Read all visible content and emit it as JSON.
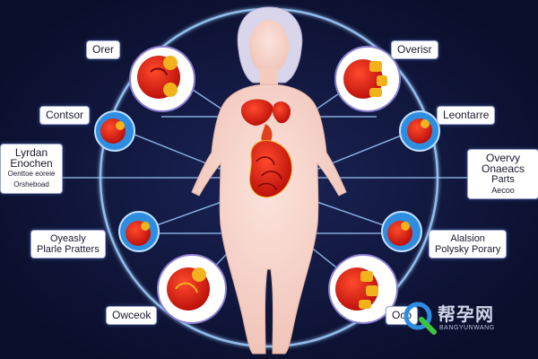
{
  "labels": {
    "top_left": "Orer",
    "top_right": "Overisr",
    "mid_left": "Contsor",
    "mid_right": "Leontarre",
    "left_box": [
      "Lyrdan",
      "Enochen",
      "Oenttoe eoreie",
      "Orsheboad"
    ],
    "right_box": [
      "Overvy",
      "Onaeacs",
      "Parts",
      "Aecoo"
    ],
    "lower_left": [
      "Oyeasly",
      "Plarle Pratters"
    ],
    "lower_right": [
      "Alalsion",
      "Polysky Porary"
    ],
    "bottom_left": "Owceok",
    "bottom_right": "Oco"
  },
  "watermark": {
    "chinese": "帮孕网",
    "english": "BANGYUNWANG"
  },
  "colors": {
    "background": "#0c1131",
    "ring": "#9fd0ff",
    "organ_red": "#e01c12",
    "organ_gold": "#f2b21c",
    "node_blue": "#2f8de0",
    "body": "#f8d8cf"
  },
  "icons": [
    "organ-node-icon",
    "watermark-logo-icon"
  ]
}
